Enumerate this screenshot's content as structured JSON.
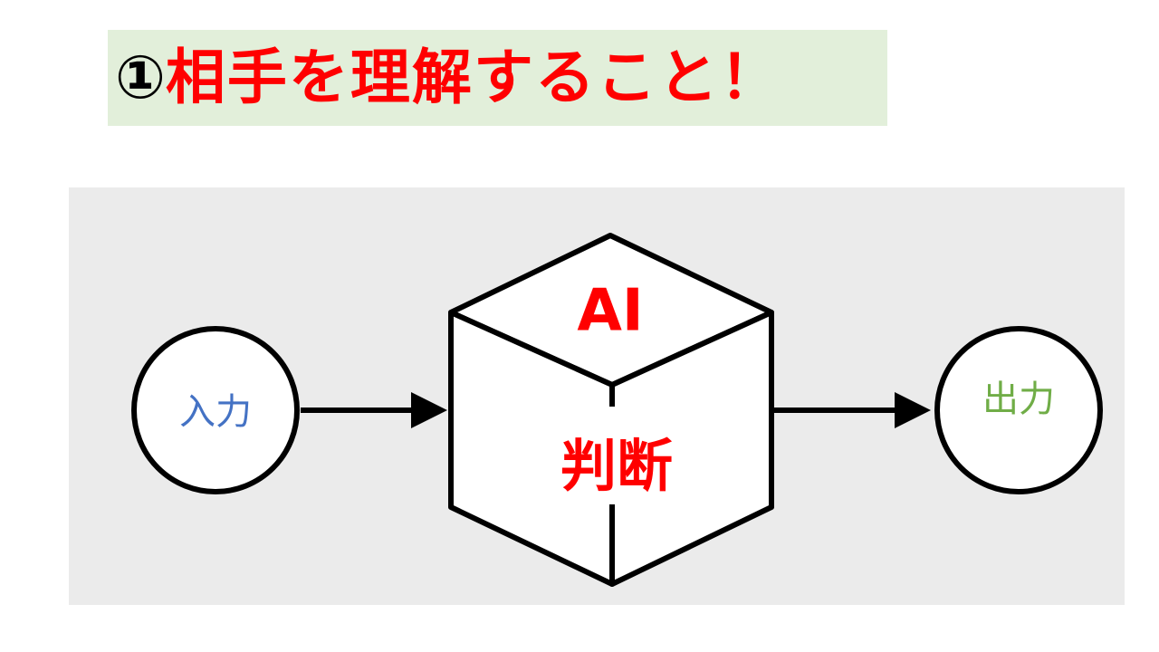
{
  "title": {
    "number": "①",
    "text": "相手を理解すること！"
  },
  "diagram": {
    "input_label": "入力",
    "output_label": "出力",
    "ai_label": "AI",
    "judgment_label": "判断"
  },
  "colors": {
    "title_background": "#e2efda",
    "title_text": "#ff0000",
    "diagram_background": "#ebebeb",
    "input_text": "#4472c4",
    "output_text": "#70ad47",
    "cube_text": "#ff0000",
    "stroke": "#000000"
  }
}
